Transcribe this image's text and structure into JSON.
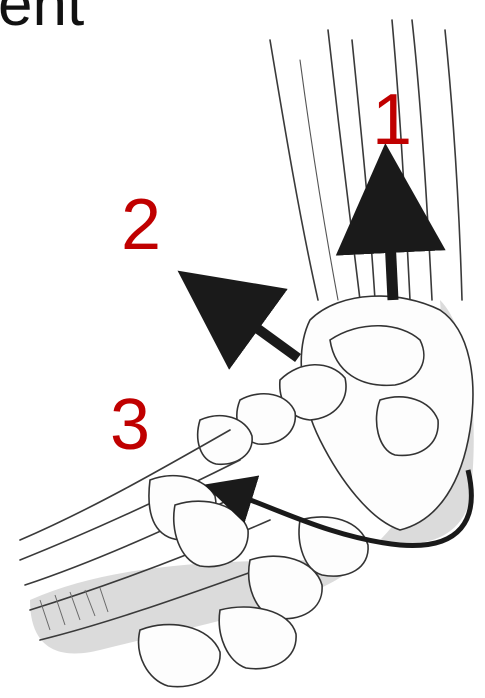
{
  "title_fragment": "ent",
  "labels": [
    {
      "id": "1",
      "text": "1"
    },
    {
      "id": "2",
      "text": "2"
    },
    {
      "id": "3",
      "text": "3"
    }
  ],
  "colors": {
    "label": "#c00000",
    "arrow": "#1a1a1a",
    "ink": "#333333"
  }
}
